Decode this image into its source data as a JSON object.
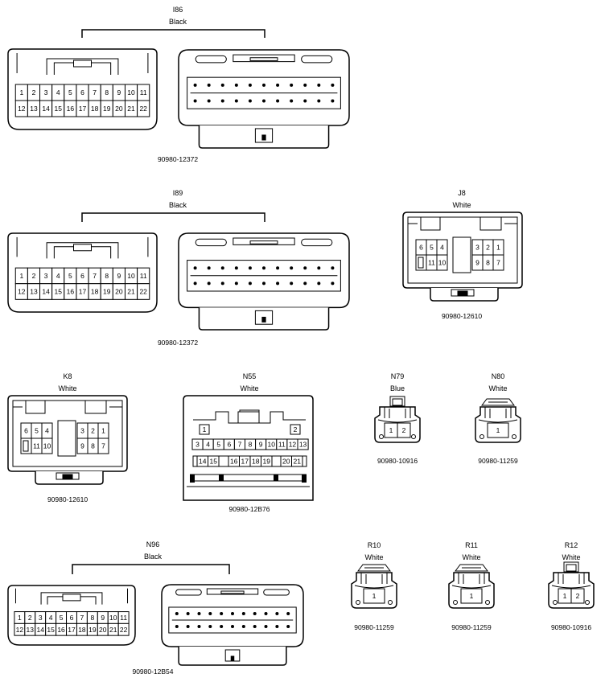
{
  "groups": [
    {
      "id": "I86",
      "color": "Black",
      "part": "90980-12372",
      "rows": [
        [
          "1",
          "2",
          "3",
          "4",
          "5",
          "6",
          "7",
          "8",
          "9",
          "10",
          "11"
        ],
        [
          "12",
          "13",
          "14",
          "15",
          "16",
          "17",
          "18",
          "19",
          "20",
          "21",
          "22"
        ]
      ]
    },
    {
      "id": "I89",
      "color": "Black",
      "part": "90980-12372",
      "rows": [
        [
          "1",
          "2",
          "3",
          "4",
          "5",
          "6",
          "7",
          "8",
          "9",
          "10",
          "11"
        ],
        [
          "12",
          "13",
          "14",
          "15",
          "16",
          "17",
          "18",
          "19",
          "20",
          "21",
          "22"
        ]
      ]
    },
    {
      "id": "J8",
      "color": "White",
      "part": "90980-12610",
      "top": [
        "6",
        "5",
        "4",
        "3",
        "2",
        "1"
      ],
      "bottom": [
        "11",
        "10",
        "9",
        "8",
        "7"
      ]
    },
    {
      "id": "K8",
      "color": "White",
      "part": "90980-12610",
      "top": [
        "6",
        "5",
        "4",
        "3",
        "2",
        "1"
      ],
      "bottom": [
        "11",
        "10",
        "9",
        "8",
        "7"
      ]
    },
    {
      "id": "N55",
      "color": "White",
      "part": "90980-12B76",
      "top": [
        "1",
        "2"
      ],
      "mid": [
        "3",
        "4",
        "5",
        "6",
        "7",
        "8",
        "9",
        "10",
        "11",
        "12",
        "13"
      ],
      "bottom": [
        "14",
        "15",
        "16",
        "17",
        "18",
        "19",
        "20",
        "21"
      ]
    },
    {
      "id": "N79",
      "color": "Blue",
      "part": "90980-10916",
      "pins": [
        "1",
        "2"
      ]
    },
    {
      "id": "N80",
      "color": "White",
      "part": "90980-11259",
      "pins": [
        "1"
      ]
    },
    {
      "id": "N96",
      "color": "Black",
      "part": "90980-12B54",
      "rows": [
        [
          "1",
          "2",
          "3",
          "4",
          "5",
          "6",
          "7",
          "8",
          "9",
          "10",
          "11"
        ],
        [
          "12",
          "13",
          "14",
          "15",
          "16",
          "17",
          "18",
          "19",
          "20",
          "21",
          "22"
        ]
      ]
    },
    {
      "id": "R10",
      "color": "White",
      "part": "90980-11259",
      "pins": [
        "1"
      ]
    },
    {
      "id": "R11",
      "color": "White",
      "part": "90980-11259",
      "pins": [
        "1"
      ]
    },
    {
      "id": "R12",
      "color": "White",
      "part": "90980-10916",
      "pins": [
        "1",
        "2"
      ]
    }
  ]
}
